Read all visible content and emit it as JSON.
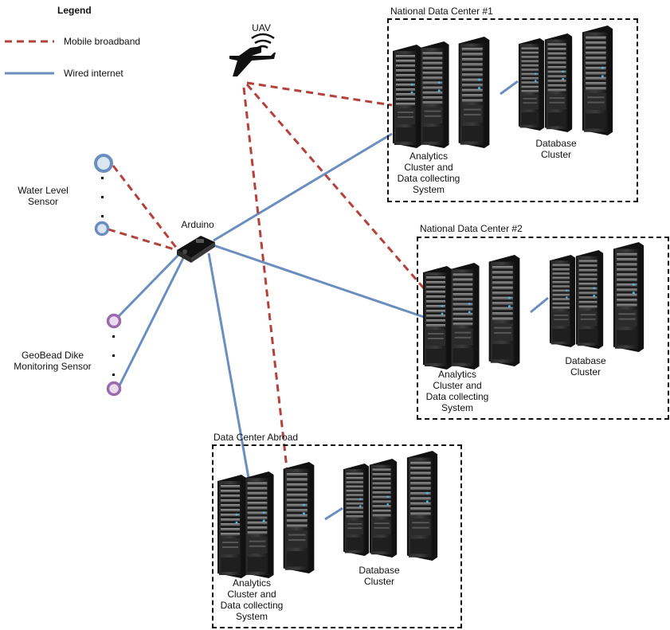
{
  "legend": {
    "title": "Legend",
    "items": [
      {
        "label": "Mobile broadband",
        "style": "dashed",
        "color": "#b5413c"
      },
      {
        "label": "Wired internet",
        "style": "solid",
        "color": "#6c8ebf"
      }
    ]
  },
  "colors": {
    "mobile_broadband": "#b5413c",
    "wired_internet": "#6c8ebf",
    "water_sensor": "#6c8ebf",
    "geobead_sensor": "#9b6bab",
    "box_border": "#111111"
  },
  "uav": {
    "label": "UAV",
    "icon": "airplane-icon"
  },
  "arduino": {
    "label": "Arduino",
    "icon": "arduino-board-icon"
  },
  "sensors": {
    "water_level": {
      "label": "Water Level\nSensor",
      "icon": "sensor-node-icon"
    },
    "geobead": {
      "label": "GeoBead Dike\nMonitoring Sensor",
      "icon": "sensor-node-icon"
    }
  },
  "data_centers": [
    {
      "title": "National Data Center #1",
      "analytics_label": "Analytics\nCluster and\nData collecting\nSystem",
      "database_label": "Database\nCluster"
    },
    {
      "title": "National Data Center #2",
      "analytics_label": "Analytics\nCluster and\nData collecting\nSystem",
      "database_label": "Database\nCluster"
    },
    {
      "title": "Data Center Abroad",
      "analytics_label": "Analytics\nCluster and\nData collecting\nSystem",
      "database_label": "Database\nCluster"
    }
  ]
}
